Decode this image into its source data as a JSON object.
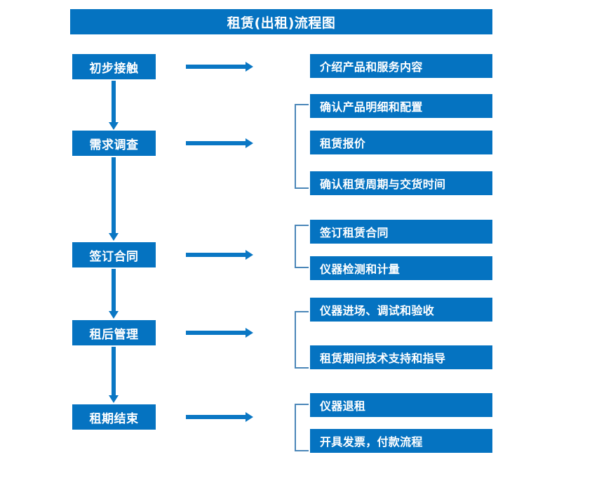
{
  "chart_title": "租赁(出租)流程图",
  "colors": {
    "primary_blue": "#0573c1",
    "arrow_blue": "#0a77c4",
    "bracket_blue": "#4a86b8",
    "text_on_blue": "#ffffff",
    "background": "#ffffff"
  },
  "stages": [
    {
      "label": "初步接触"
    },
    {
      "label": "需求调查"
    },
    {
      "label": "签订合同"
    },
    {
      "label": "租后管理"
    },
    {
      "label": "租期结束"
    }
  ],
  "details": [
    {
      "label": "介绍产品和服务内容"
    },
    {
      "label": "确认产品明细和配置"
    },
    {
      "label": "租赁报价"
    },
    {
      "label": "确认租赁周期与交货时间"
    },
    {
      "label": "签订租赁合同"
    },
    {
      "label": "仪器检测和计量"
    },
    {
      "label": "仪器进场、调试和验收"
    },
    {
      "label": "租赁期间技术支持和指导"
    },
    {
      "label": "仪器退租"
    },
    {
      "label": "开具发票，付款流程"
    }
  ],
  "groups": [
    {
      "stage": "需求调查",
      "detail_labels": [
        "确认产品明细和配置",
        "租赁报价",
        "确认租赁周期与交货时间"
      ]
    },
    {
      "stage": "签订合同",
      "detail_labels": [
        "签订租赁合同",
        "仪器检测和计量"
      ]
    },
    {
      "stage": "租后管理",
      "detail_labels": [
        "仪器进场、调试和验收",
        "租赁期间技术支持和指导"
      ]
    },
    {
      "stage": "租期结束",
      "detail_labels": [
        "仪器退租",
        "开具发票，付款流程"
      ]
    }
  ],
  "flow_sequence": [
    "初步接触",
    "需求调查",
    "签订合同",
    "租后管理",
    "租期结束"
  ]
}
